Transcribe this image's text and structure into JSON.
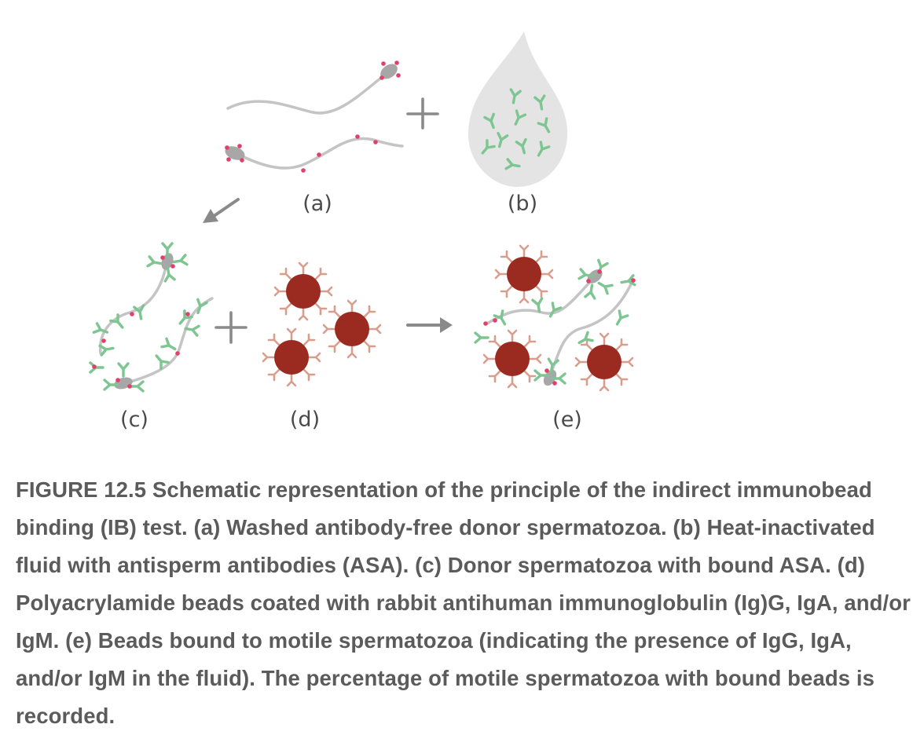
{
  "panels": {
    "a": "(a)",
    "b": "(b)",
    "c": "(c)",
    "d": "(d)",
    "e": "(e)"
  },
  "symbols": {
    "plus": "+",
    "arrow_down_left": "arrow-down-left",
    "arrow_right": "arrow-right"
  },
  "caption": {
    "text": "FIGURE 12.5 Schematic representation of the principle of the indirect immunobead binding (IB) test. (a) Washed antibody-free donor spermatozoa. (b) Heat-inactivated fluid with antisperm antibodies (ASA). (c) Donor spermatozoa with bound ASA. (d) Polyacrylamide beads coated with rabbit antihuman immunoglobulin (Ig)G, IgA, and/or IgM. (e) Beads bound to motile spermatozoa (indicating the presence of IgG, IgA, and/or IgM in the fluid). The percentage of motile spermatozoa with bound beads is recorded."
  },
  "colors": {
    "sperm": "#b9b9b9",
    "sperm_head": "#a7a7a7",
    "antigen": "#e0406a",
    "antibody": "#7dc591",
    "bead": "#9b2a20",
    "bead_antibody": "#d99d8d",
    "fluid": "#e4e4e4",
    "symbol": "#8a8a8a",
    "caption": "#5b5b5b"
  }
}
